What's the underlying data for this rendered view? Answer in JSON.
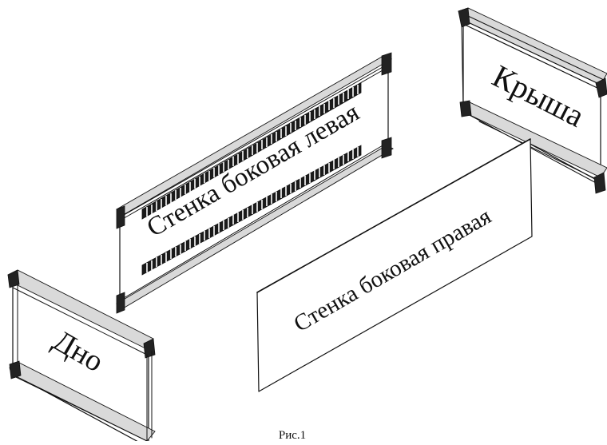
{
  "labels": {
    "roof": "Крыша",
    "left_wall": "Стенка боковая левая",
    "right_wall": "Стенка боковая правая",
    "bottom": "Дно",
    "caption": "Рис.1"
  }
}
